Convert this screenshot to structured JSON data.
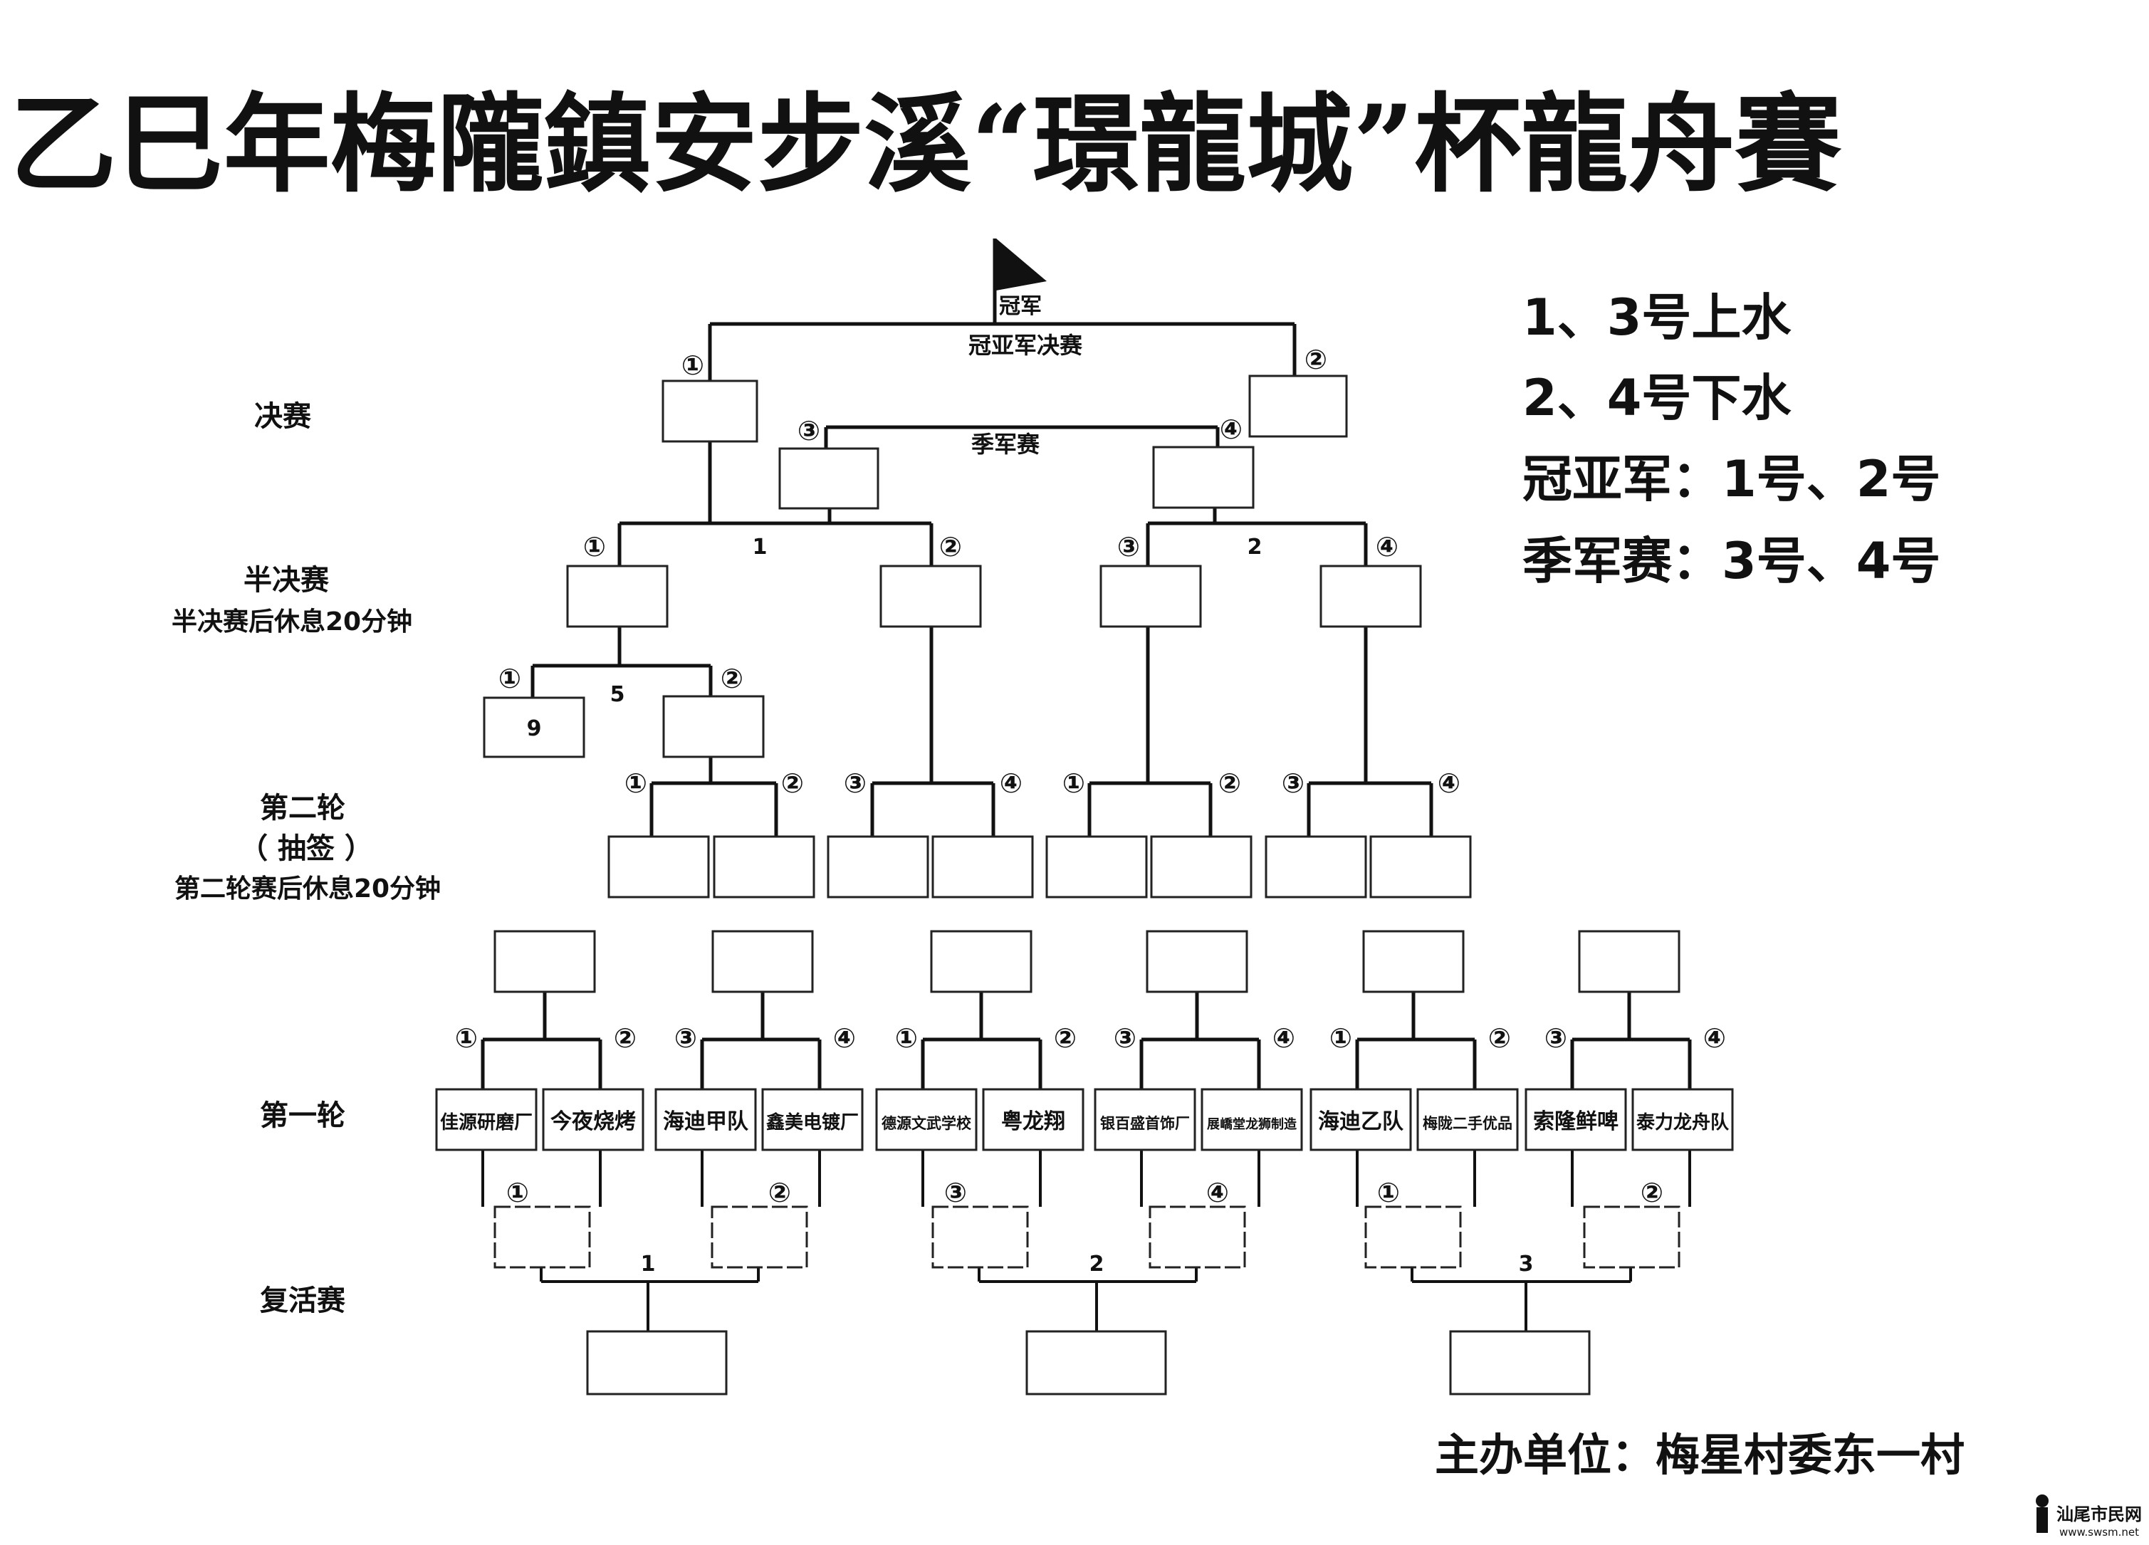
{
  "title": "乙巳年梅隴鎮安步溪“璟龍城”杯龍舟賽",
  "champion_label": "冠军",
  "final_label": "冠亚军决赛",
  "third_label": "季军赛",
  "stages": {
    "final": "决赛",
    "semi": "半决赛",
    "semi_note": "半决赛后休息20分钟",
    "round2": "第二轮",
    "round2_draw": "（ 抽签 ）",
    "round2_note": "第二轮赛后休息20分钟",
    "round1": "第一轮",
    "repechage": "复活赛"
  },
  "rules": [
    "1、3号上水",
    "2、4号下水",
    "冠亚军：1号、2号",
    "季军赛：3号、4号"
  ],
  "organizer": "主办单位：梅星村委东一村",
  "lane_marks": [
    "①",
    "②",
    "③",
    "④"
  ],
  "match_numbers": {
    "semi_left": "1",
    "semi_right": "2",
    "extra": "5",
    "rep1": "1",
    "rep2": "2",
    "rep3": "3"
  },
  "box_value": "9",
  "teams": [
    "佳源研磨厂",
    "今夜烧烤",
    "海迪甲队",
    "鑫美电镀厂",
    "德源文武学校",
    "粤龙翔",
    "银百盛首饰厂",
    "展嶠堂龙狮制造",
    "海迪乙队",
    "梅陇二手优品",
    "索隆鲜啤",
    "泰力龙舟队"
  ],
  "watermark": {
    "text": "汕尾市民网",
    "url": "www.swsm.net"
  }
}
